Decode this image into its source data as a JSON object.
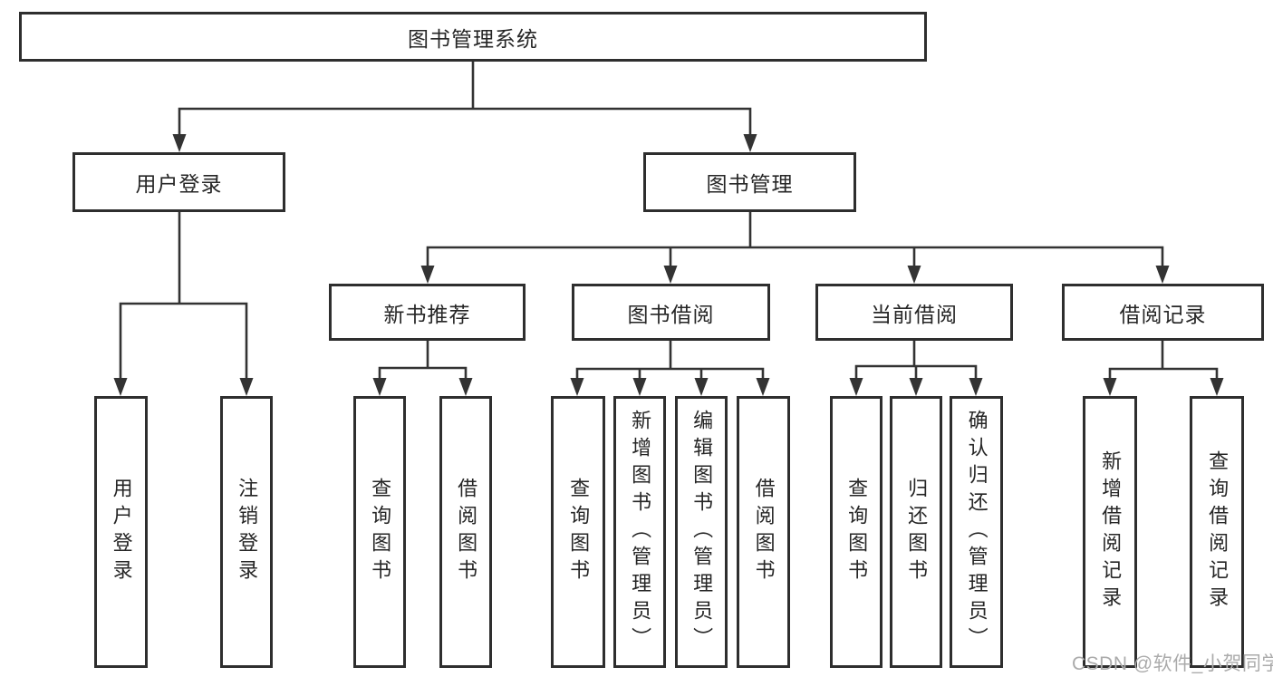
{
  "diagram": {
    "type": "tree",
    "root": {
      "label": "图书管理系统",
      "children": [
        {
          "label": "用户登录",
          "children": [
            {
              "label": "用户登录"
            },
            {
              "label": "注销登录"
            }
          ]
        },
        {
          "label": "图书管理",
          "children": [
            {
              "label": "新书推荐",
              "children": [
                {
                  "label": "查询图书"
                },
                {
                  "label": "借阅图书"
                }
              ]
            },
            {
              "label": "图书借阅",
              "children": [
                {
                  "label": "查询图书"
                },
                {
                  "label": "新增图书（管理员）"
                },
                {
                  "label": "编辑图书（管理员）"
                },
                {
                  "label": "借阅图书"
                }
              ]
            },
            {
              "label": "当前借阅",
              "children": [
                {
                  "label": "查询图书"
                },
                {
                  "label": "归还图书"
                },
                {
                  "label": "确认归还（管理员）"
                }
              ]
            },
            {
              "label": "借阅记录",
              "children": [
                {
                  "label": "新增借阅记录"
                },
                {
                  "label": "查询借阅记录"
                }
              ]
            }
          ]
        }
      ]
    }
  },
  "watermark": {
    "text": "CSDN @软件_小贺同学"
  },
  "colors": {
    "line": "#333333",
    "box_border": "#2e2e2e",
    "text": "#262626",
    "watermark": "#ababab",
    "background": "#ffffff"
  }
}
